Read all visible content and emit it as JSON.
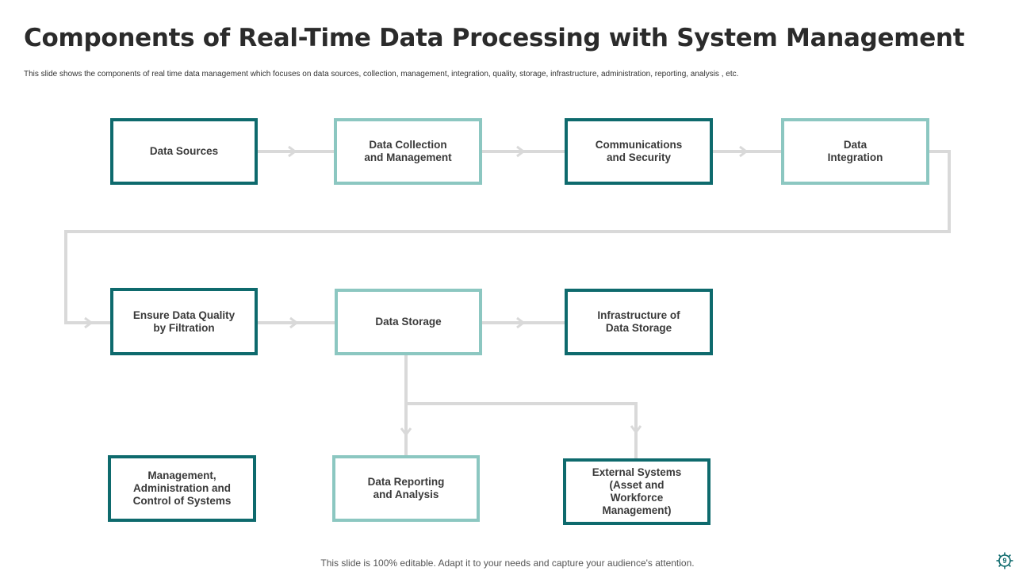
{
  "title": "Components of Real-Time Data Processing with System Management",
  "subtitle": "This slide shows the components of real time data management  which focuses on data sources, collection, management,  integration, quality, storage, infrastructure, administration, reporting, analysis , etc.",
  "boxes": {
    "data_sources": "Data Sources",
    "data_collection": "Data Collection\nand Management",
    "communications": "Communications\nand Security",
    "data_integration": "Data\nIntegration",
    "data_quality": "Ensure  Data Quality\nby Filtration",
    "data_storage": "Data Storage",
    "infrastructure": "Infrastructure  of\nData Storage",
    "management": "Management,\nAdministration  and\nControl of Systems",
    "data_reporting": "Data Reporting\nand Analysis",
    "external_systems": "External Systems\n(Asset  and\nWorkforce\nManagement)"
  },
  "colors": {
    "dark_border": "#0e6a6d",
    "light_border": "#8cc7c1",
    "connector": "#d9d9d9"
  },
  "footer": "This slide is 100% editable. Adapt it to your needs and capture your audience's attention.",
  "page_number": "9"
}
